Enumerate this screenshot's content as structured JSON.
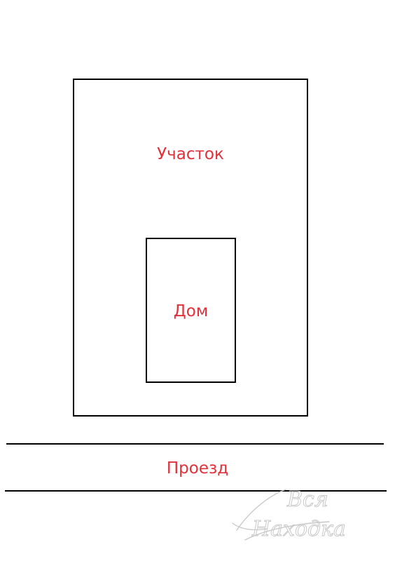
{
  "colors": {
    "label": "#e0303a",
    "outline": "#000000",
    "watermark": "#c8c8c8"
  },
  "plot": {
    "label": "Участок"
  },
  "house": {
    "label": "Дом"
  },
  "road": {
    "label": "Проезд"
  },
  "watermark": {
    "line1": "Вся",
    "line2": "Находка"
  }
}
